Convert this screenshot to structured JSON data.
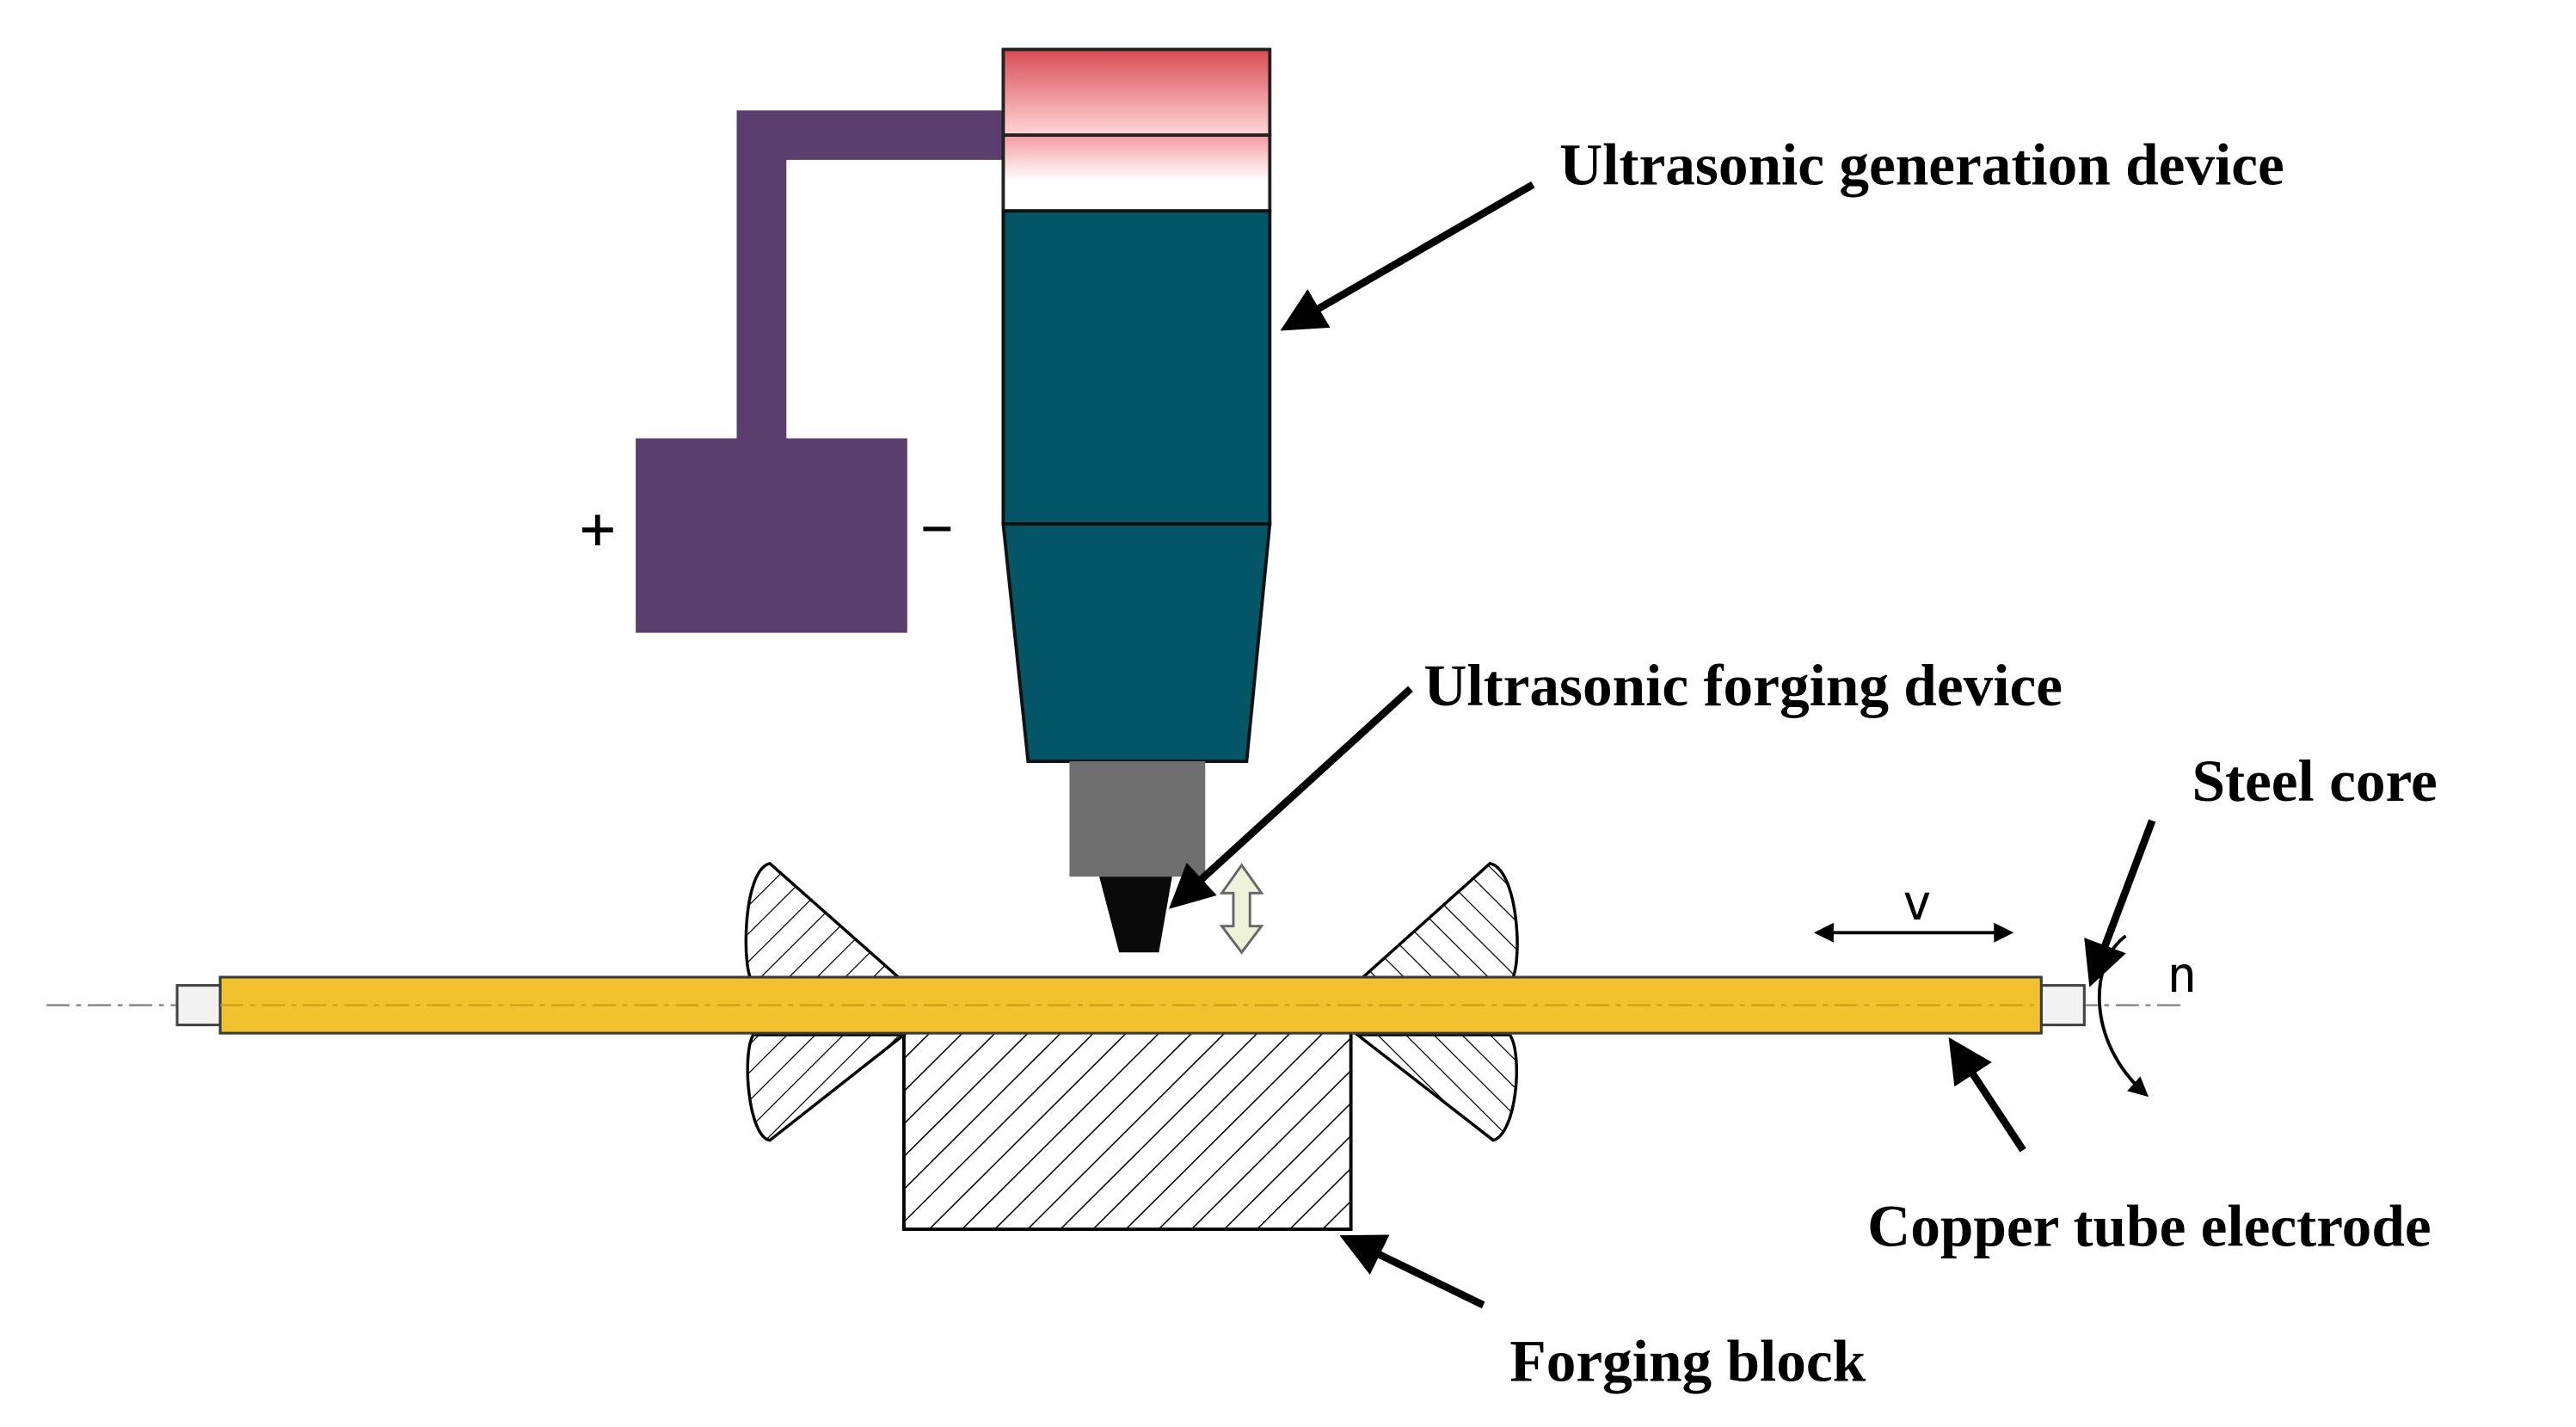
{
  "labels": {
    "ultrasonic_generation_device": "Ultrasonic generation device",
    "ultrasonic_forging_device": "Ultrasonic forging device",
    "steel_core": "Steel core",
    "copper_tube_electrode": "Copper tube electrode",
    "forging_block": "Forging block"
  },
  "symbols": {
    "plus": "+",
    "minus": "−",
    "velocity": "v",
    "rotation": "n"
  },
  "colors": {
    "power_supply": "#5a3e6e",
    "transducer": "#045566",
    "cap_red": "#e8737a",
    "tool_holder": "#6f6f6f",
    "copper_tube": "#f2c12e",
    "hatch": "#000000",
    "vibration_arrow": "#eef2d8"
  }
}
